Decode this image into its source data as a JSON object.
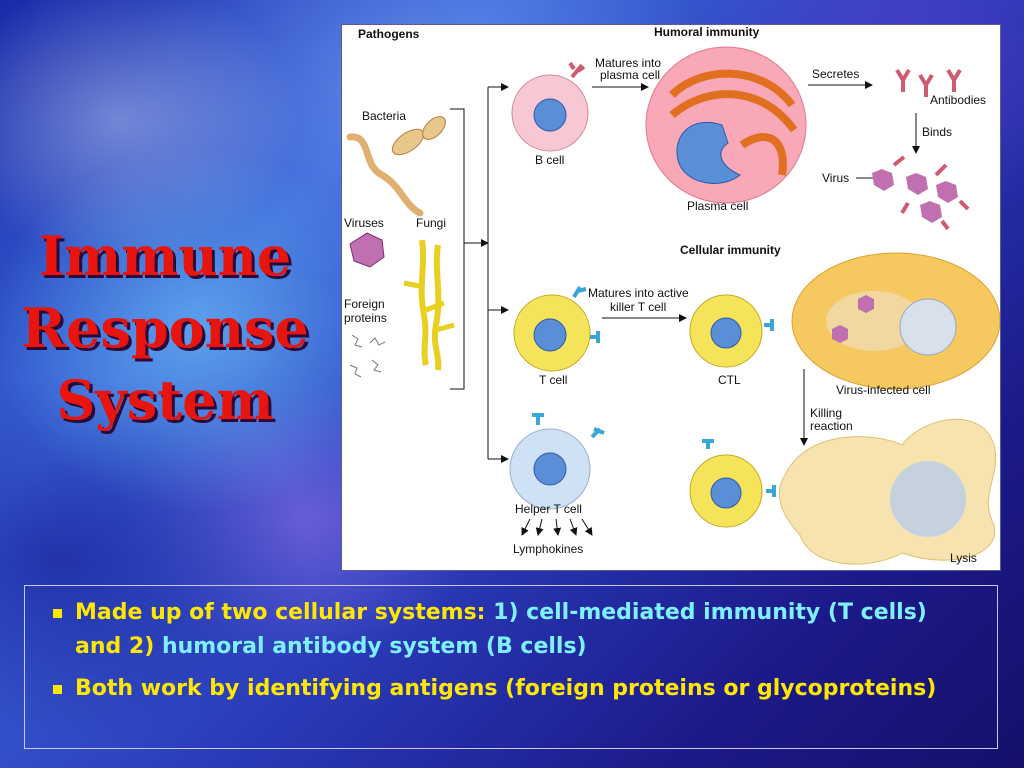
{
  "slide": {
    "title_lines": [
      "Immune",
      "Response",
      "System"
    ]
  },
  "diagram": {
    "labels": {
      "pathogens": "Pathogens",
      "bacteria": "Bacteria",
      "viruses": "Viruses",
      "fungi": "Fungi",
      "foreign_proteins_1": "Foreign",
      "foreign_proteins_2": "proteins",
      "humoral_immunity": "Humoral immunity",
      "matures_plasma_1": "Matures into",
      "matures_plasma_2": "plasma cell",
      "b_cell": "B cell",
      "plasma_cell": "Plasma cell",
      "secretes": "Secretes",
      "antibodies": "Antibodies",
      "binds": "Binds",
      "virus": "Virus",
      "cellular_immunity": "Cellular immunity",
      "matures_ctl_1": "Matures into active",
      "matures_ctl_2": "killer T cell",
      "t_cell": "T cell",
      "ctl": "CTL",
      "virus_infected_cell": "Virus-infected cell",
      "killing_reaction_1": "Killing",
      "killing_reaction_2": "reaction",
      "helper_t_cell": "Helper T cell",
      "lymphokines": "Lymphokines",
      "lysis": "Lysis"
    },
    "colors": {
      "b_cell": "#f7c8d4",
      "t_cell": "#f5e45a",
      "helper_t_cell": "#cfe2f5",
      "plasma_cell": "#f9a8b8",
      "nucleus": "#8fb0e8",
      "antibody": "#d05a70",
      "receptor": "#3aa6d8",
      "virus_particle": "#c070b0",
      "infected_cell": "#f5c860",
      "lysis_cell": "#f7e3b0",
      "fungi": "#e8d020",
      "bacteria": "#e0b070"
    }
  },
  "bullets": [
    {
      "parts": [
        {
          "text": "Made up of two cellular systems: ",
          "color": "yellow"
        },
        {
          "text": "1) cell-mediated immunity (T cells) ",
          "color": "cyan"
        },
        {
          "text": "and 2) ",
          "color": "yellow"
        },
        {
          "text": "humoral antibody system (B cells)",
          "color": "cyan"
        }
      ]
    },
    {
      "parts": [
        {
          "text": "Both work by identifying antigens (foreign proteins or glycoproteins)",
          "color": "yellow"
        }
      ]
    }
  ]
}
